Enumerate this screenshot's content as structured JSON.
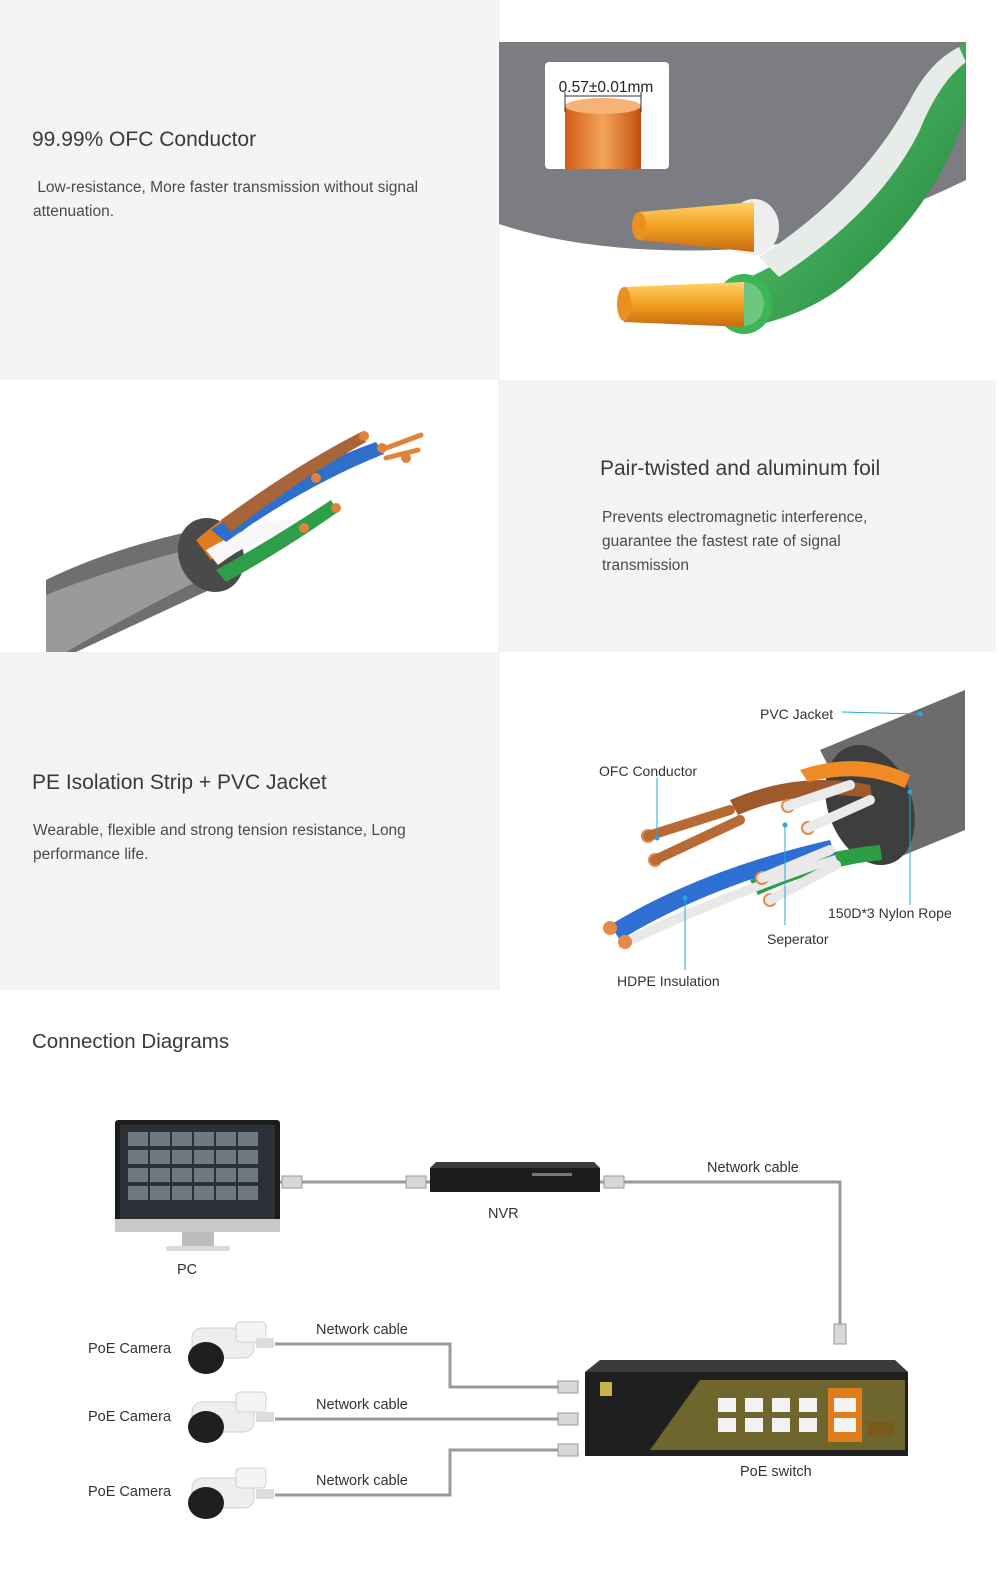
{
  "sections": [
    {
      "title": "99.99% OFC Conductor",
      "desc": " Low-resistance, More faster transmission without signal attenuation.",
      "badge": "0.57±0.01mm"
    },
    {
      "title": "Pair-twisted and aluminum foil",
      "desc": "Prevents electromagnetic interference, guarantee the fastest rate of signal transmission"
    },
    {
      "title": "PE Isolation Strip + PVC Jacket",
      "desc": "Wearable, flexible and strong tension resistance, Long performance life.",
      "callouts": {
        "pvc": "PVC Jacket",
        "ofc": "OFC Conductor",
        "nylon": "150D*3 Nylon Rope",
        "sep": "Seperator",
        "hdpe": "HDPE Insulation"
      }
    }
  ],
  "diagram": {
    "title": "Connection Diagrams",
    "pc": "PC",
    "nvr": "NVR",
    "switch": "PoE switch",
    "cable_top": "Network cable",
    "cameras": [
      {
        "label": "PoE Camera",
        "cable": "Network cable"
      },
      {
        "label": "PoE Camera",
        "cable": "Network cable"
      },
      {
        "label": "PoE Camera",
        "cable": "Network cable"
      }
    ]
  },
  "colors": {
    "panel": "#f4f4f5",
    "copper": "#e8892d",
    "green": "#2e9e45",
    "blue": "#2b6fd1",
    "jacket": "#7d7d7d",
    "cable_line": "#9a9a9a"
  }
}
